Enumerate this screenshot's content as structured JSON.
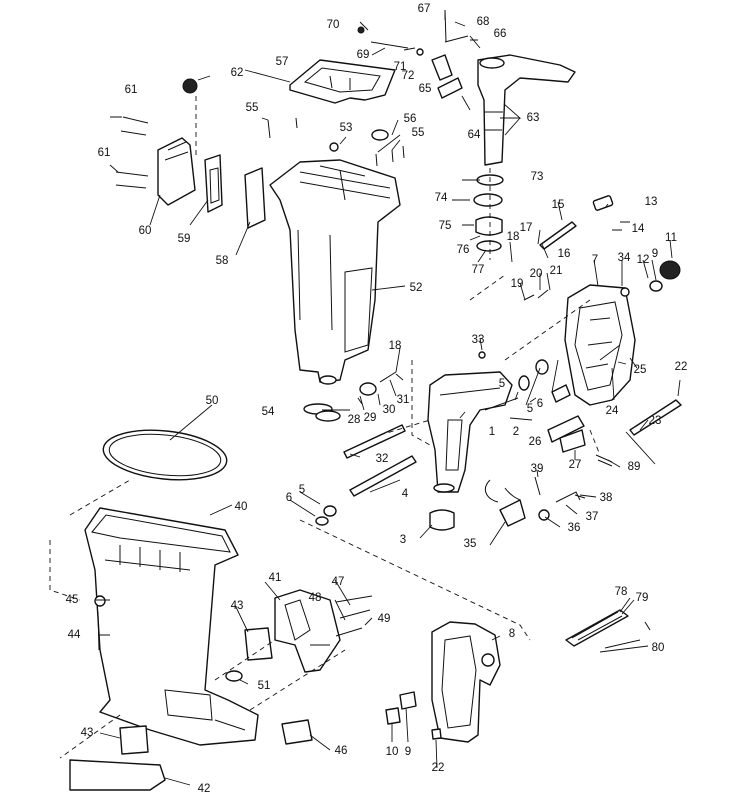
{
  "callouts": [
    "1",
    "2",
    "3",
    "4",
    "5",
    "5",
    "5",
    "6",
    "6",
    "7",
    "8",
    "9",
    "9",
    "10",
    "11",
    "12",
    "13",
    "14",
    "15",
    "16",
    "17",
    "18",
    "18",
    "19",
    "20",
    "21",
    "22",
    "22",
    "23",
    "24",
    "25",
    "26",
    "27",
    "28",
    "29",
    "30",
    "31",
    "32",
    "33",
    "34",
    "35",
    "36",
    "37",
    "38",
    "39",
    "40",
    "41",
    "42",
    "43",
    "43",
    "44",
    "45",
    "46",
    "47",
    "48",
    "49",
    "50",
    "51",
    "52",
    "53",
    "54",
    "55",
    "55",
    "56",
    "57",
    "58",
    "59",
    "60",
    "61",
    "61",
    "62",
    "63",
    "64",
    "65",
    "66",
    "67",
    "68",
    "69",
    "70",
    "71",
    "72",
    "73",
    "74",
    "75",
    "76",
    "77",
    "78",
    "79",
    "80",
    "89"
  ]
}
